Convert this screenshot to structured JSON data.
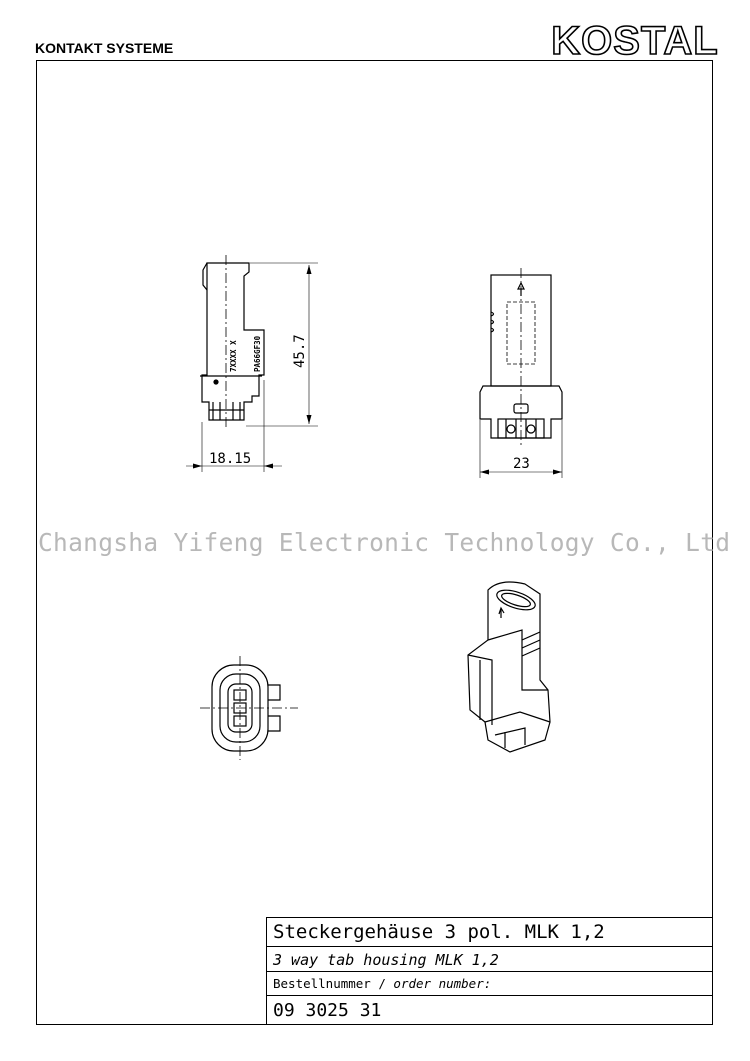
{
  "header": {
    "company_label": "KONTAKT SYSTEME",
    "logo_text": "KOSTAL"
  },
  "dimensions": {
    "side_height": "45.7",
    "side_width": "18.15",
    "front_width": "23"
  },
  "part_markings": {
    "line1": "7XXXX X",
    "line2": "PA66GF30"
  },
  "watermark": "Changsha Yifeng Electronic Technology Co., Ltd",
  "title_block": {
    "title_de": "Steckergehäuse 3 pol. MLK 1,2",
    "title_en": "3 way tab housing MLK 1,2",
    "order_label_de": "Bestellnummer / ",
    "order_label_en": "order number:",
    "order_number": "09 3025 31"
  }
}
